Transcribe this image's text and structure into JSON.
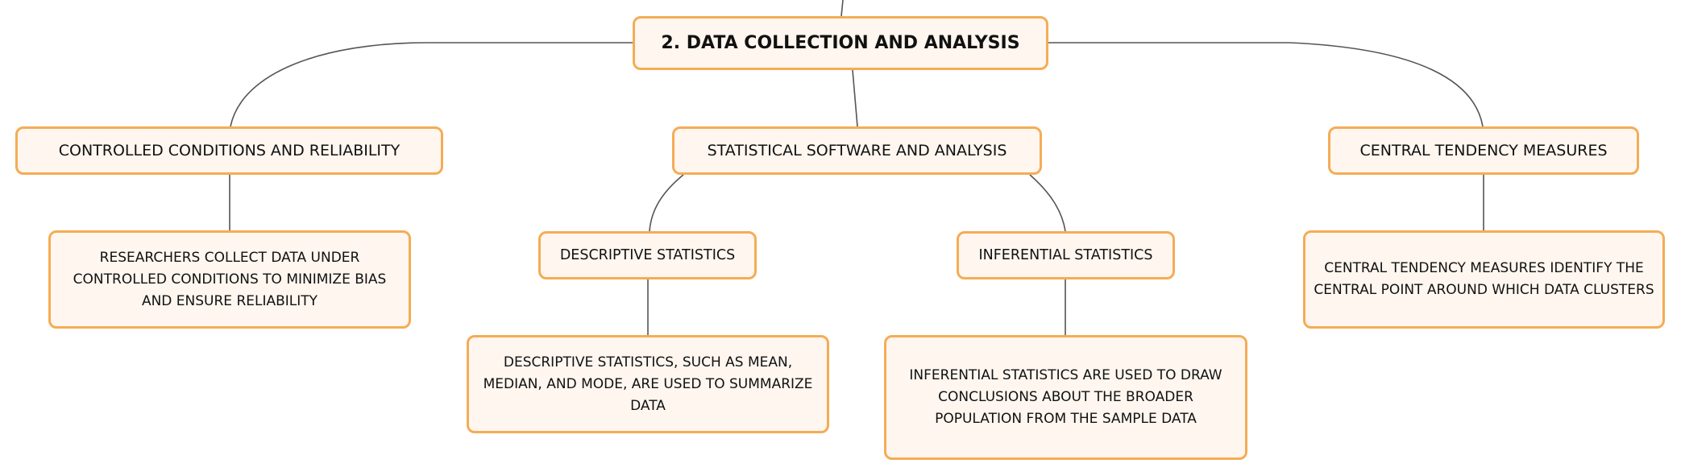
{
  "diagram": {
    "root": {
      "label": "2. DATA COLLECTION AND ANALYSIS"
    },
    "branches": [
      {
        "label": "CONTROLLED CONDITIONS AND RELIABILITY",
        "detail": "RESEARCHERS COLLECT DATA UNDER CONTROLLED CONDITIONS TO MINIMIZE BIAS AND ENSURE RELIABILITY"
      },
      {
        "label": "STATISTICAL SOFTWARE AND ANALYSIS",
        "children": [
          {
            "label": "DESCRIPTIVE STATISTICS",
            "detail": "DESCRIPTIVE STATISTICS, SUCH AS MEAN, MEDIAN, AND MODE, ARE USED TO SUMMARIZE DATA"
          },
          {
            "label": "INFERENTIAL STATISTICS",
            "detail": "INFERENTIAL STATISTICS ARE USED TO DRAW CONCLUSIONS ABOUT THE BROADER POPULATION FROM THE SAMPLE DATA"
          }
        ]
      },
      {
        "label": "CENTRAL TENDENCY MEASURES",
        "detail": "CENTRAL TENDENCY MEASURES IDENTIFY THE CENTRAL POINT AROUND WHICH DATA CLUSTERS"
      }
    ]
  },
  "colors": {
    "node_border": "#f5ac55",
    "node_fill": "#fef6ef",
    "connector": "#555555",
    "text": "#111111"
  }
}
